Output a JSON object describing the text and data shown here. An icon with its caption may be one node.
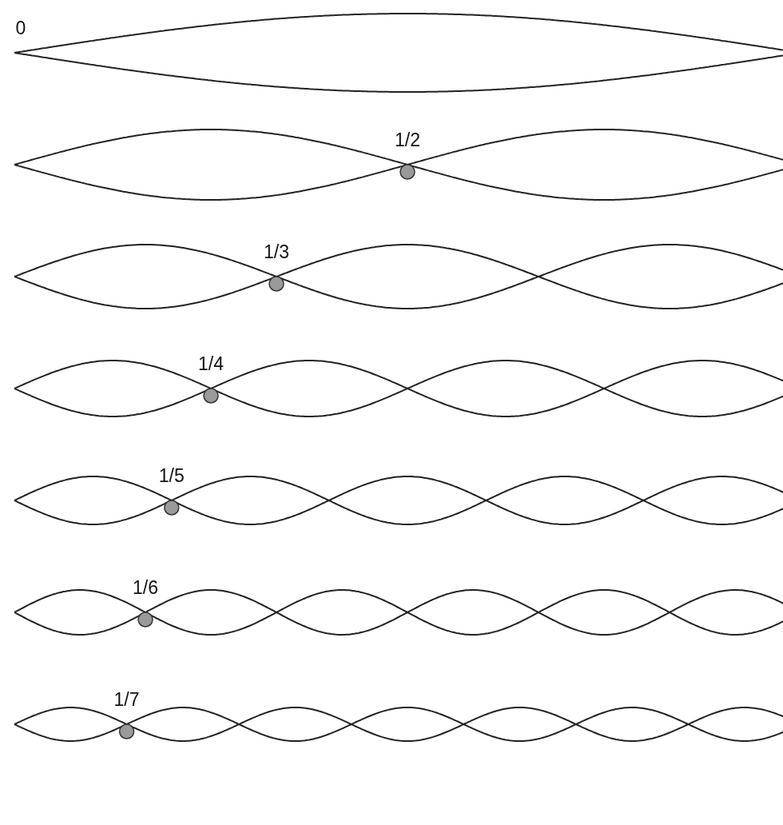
{
  "diagram": {
    "labels": [
      "0",
      "1/2",
      "1/3",
      "1/4",
      "1/5",
      "1/6",
      "1/7"
    ]
  }
}
